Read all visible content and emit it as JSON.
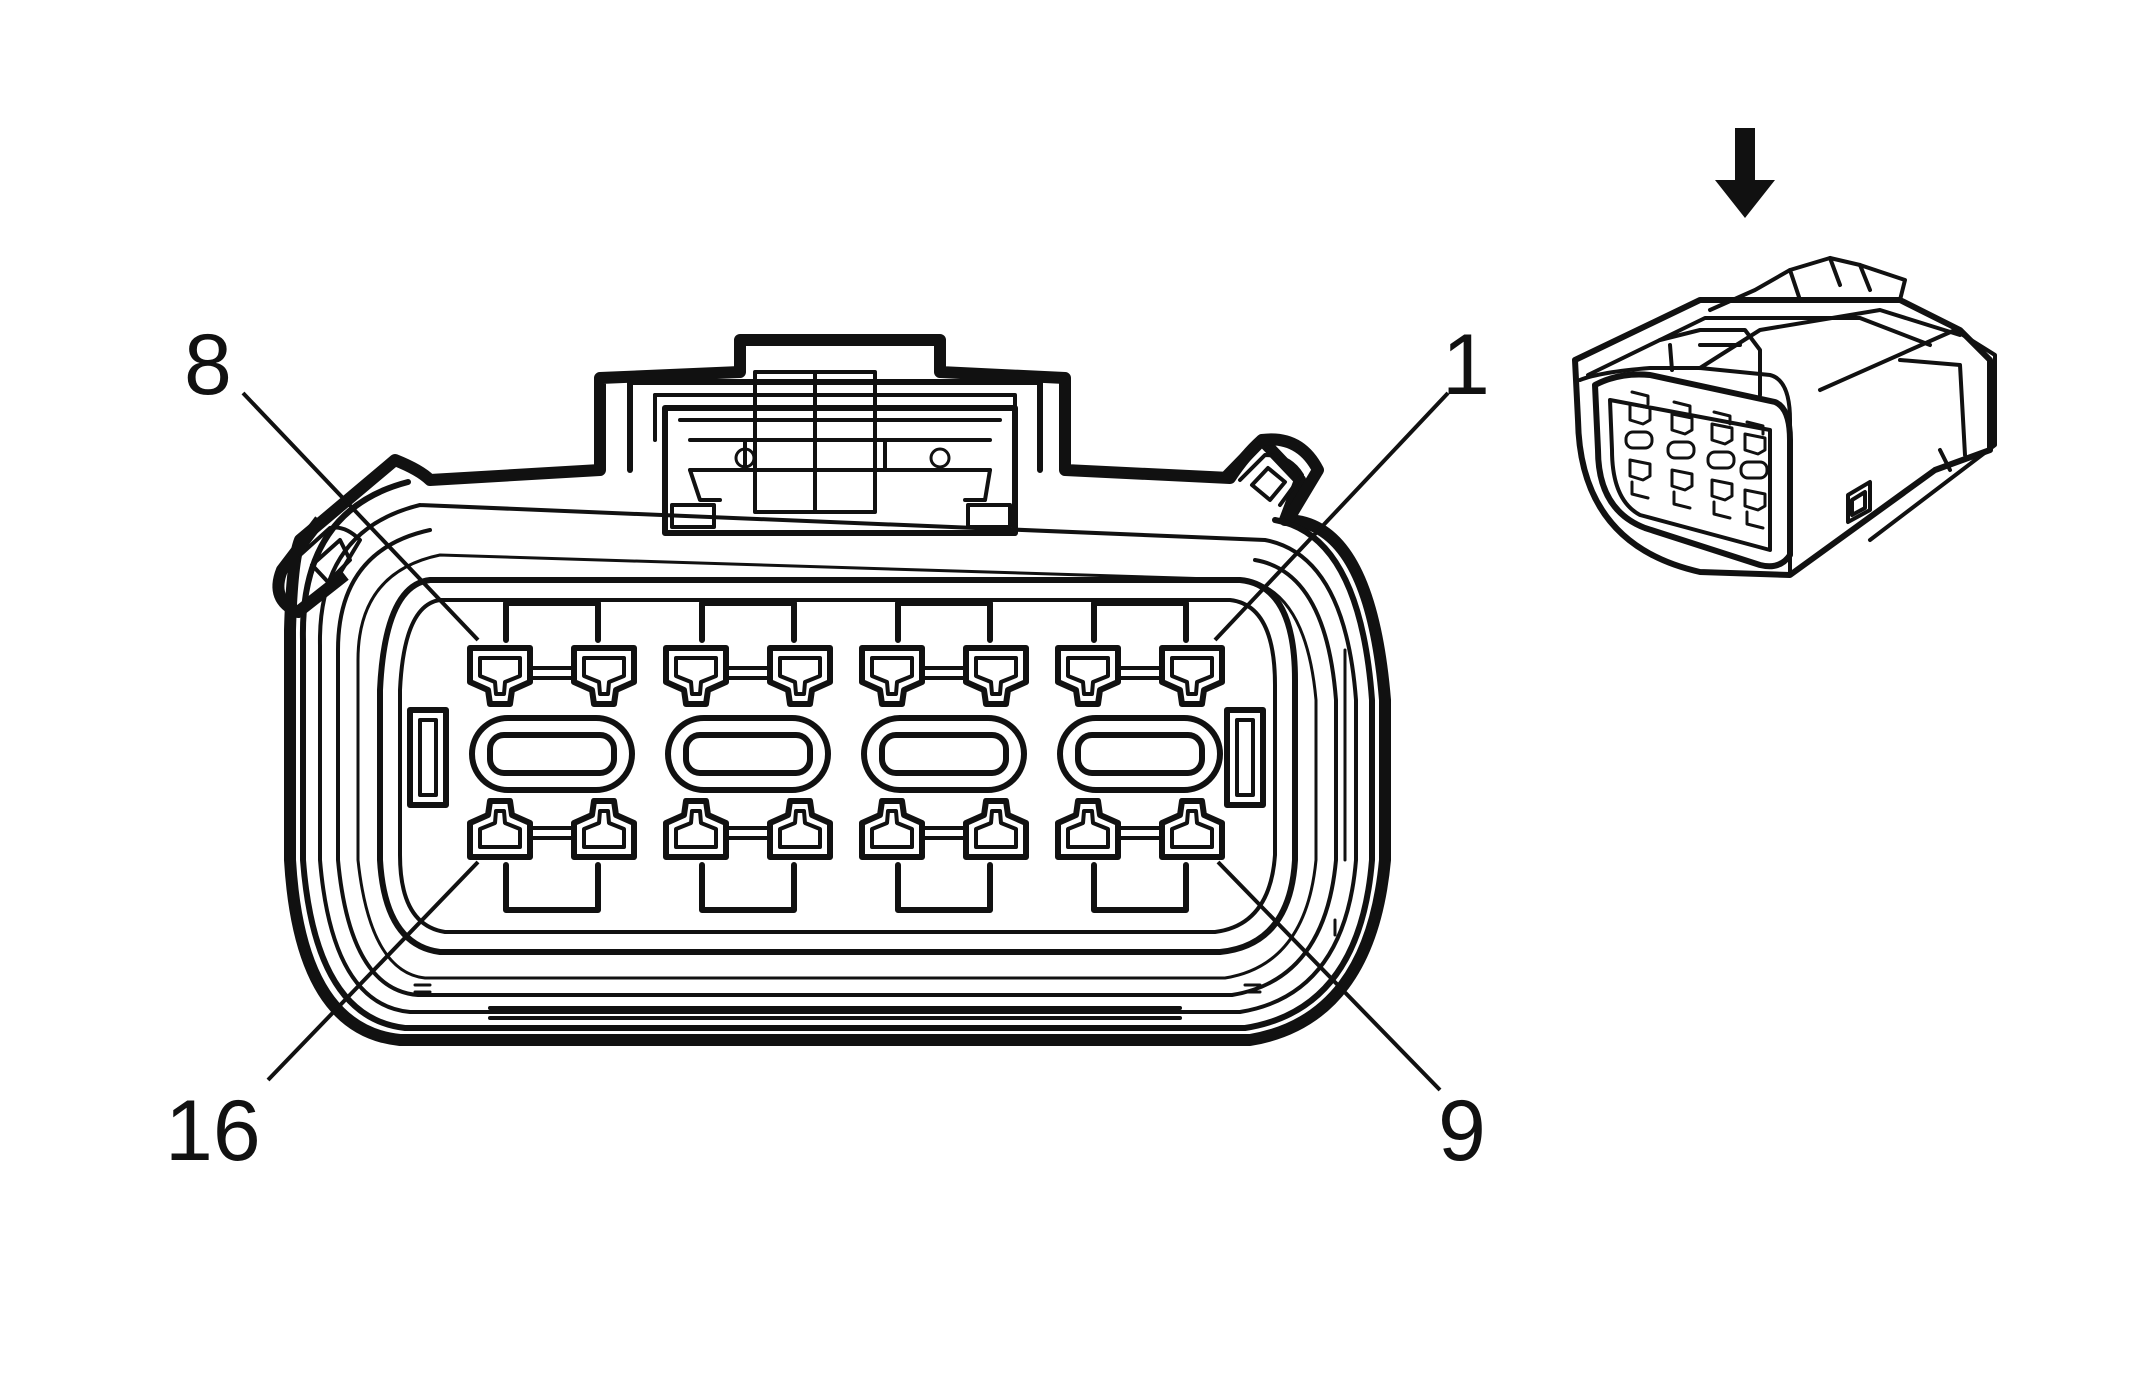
{
  "diagram": {
    "pin_labels": {
      "top_left": "8",
      "top_right": "1",
      "bottom_left": "16",
      "bottom_right": "9"
    },
    "line_color": "#111111",
    "background": "#ffffff"
  }
}
